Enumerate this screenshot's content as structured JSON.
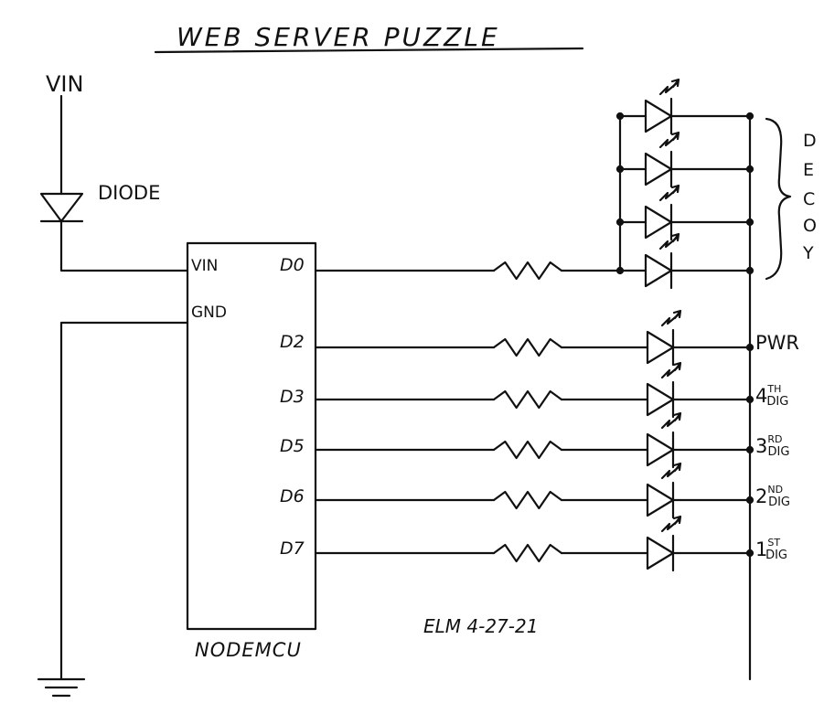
{
  "title": "WEB SERVER PUZZLE",
  "supply_label": "VIN",
  "diode_label": "DIODE",
  "module": {
    "name": "NODEMCU",
    "pins_left": [
      "VIN",
      "GND"
    ],
    "pins_right": [
      "D0",
      "D2",
      "D3",
      "D5",
      "D6",
      "D7"
    ]
  },
  "decoy_letters": [
    "D",
    "E",
    "C",
    "O",
    "Y"
  ],
  "led_labels": [
    {
      "main": "PWR",
      "sup": "",
      "sub": ""
    },
    {
      "main": "4",
      "sup": "TH",
      "sub": "DIG"
    },
    {
      "main": "3",
      "sup": "RD",
      "sub": "DIG"
    },
    {
      "main": "2",
      "sup": "ND",
      "sub": "DIG"
    },
    {
      "main": "1",
      "sup": "ST",
      "sub": "DIG"
    }
  ],
  "signature": "ELM  4-27-21",
  "colors": {
    "ink": "#111111",
    "paper": "#ffffff"
  }
}
